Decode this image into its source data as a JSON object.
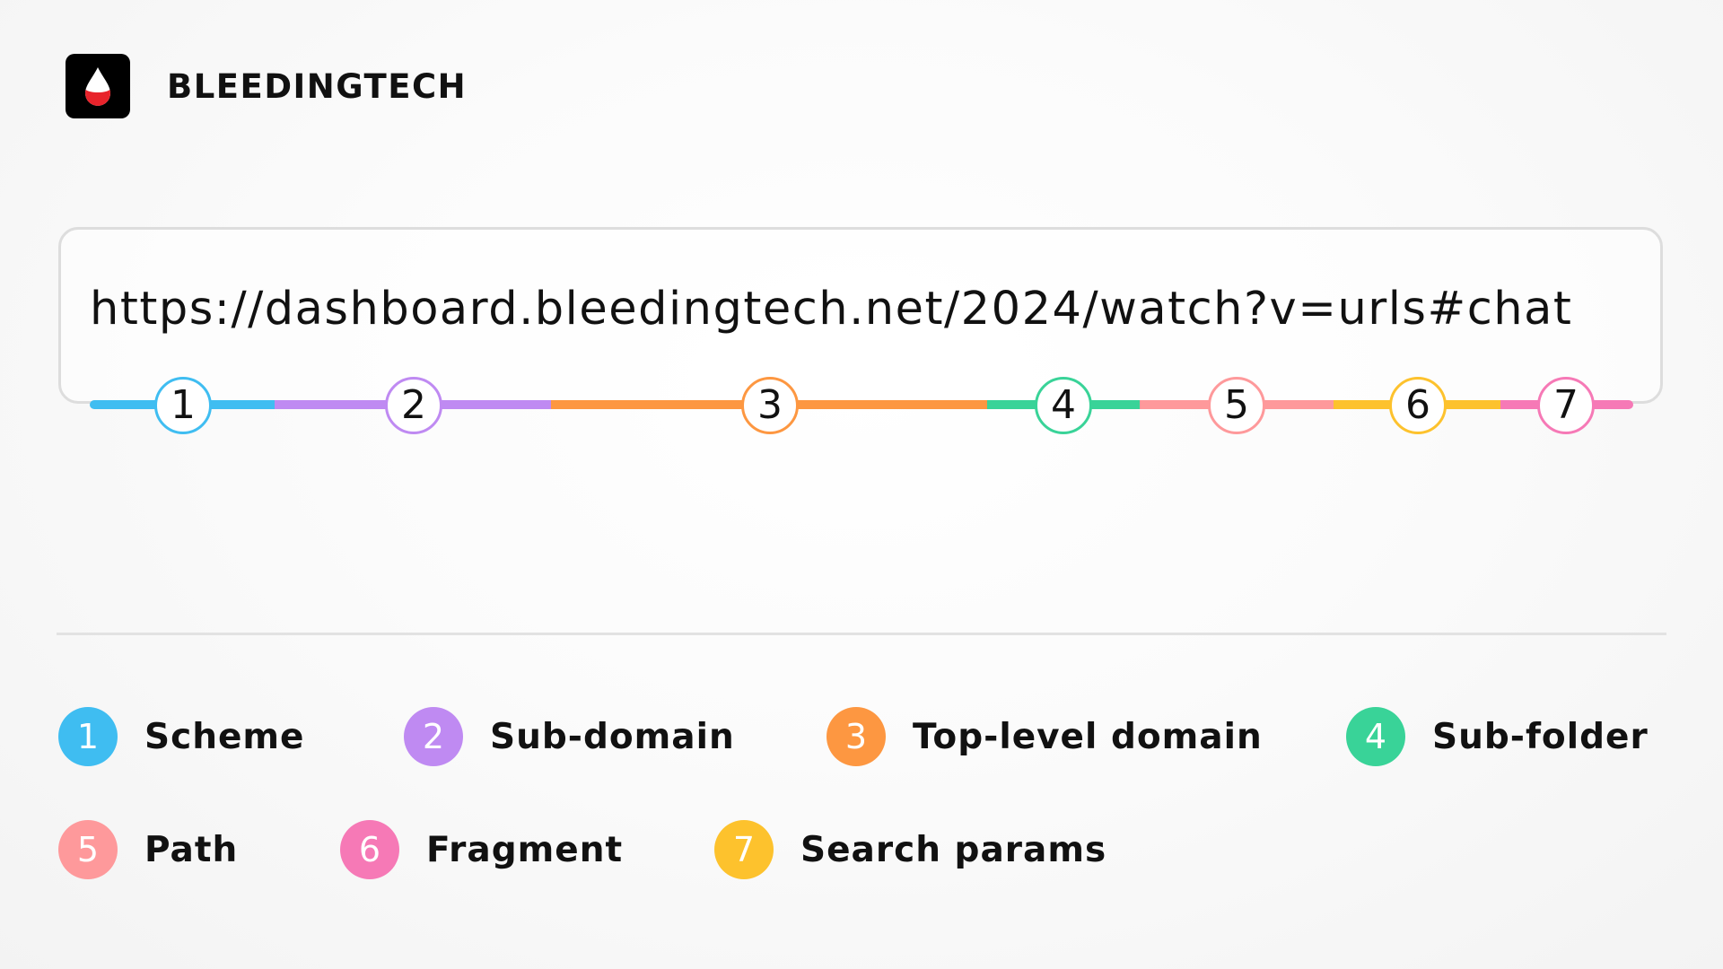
{
  "header": {
    "brand": "BLEEDINGTECH",
    "logo_icon": "blood-drop-icon",
    "logo_colors": {
      "background": "#000000",
      "drop_top": "#ffffff",
      "drop_bottom": "#e8232b"
    }
  },
  "url": {
    "text": "https://dashboard.bleedingtech.net/2024/watch?v=urls#chat"
  },
  "segments": [
    {
      "number": "1",
      "color": "#3fbdf1"
    },
    {
      "number": "2",
      "color": "#bf8af2"
    },
    {
      "number": "3",
      "color": "#fd9741"
    },
    {
      "number": "4",
      "color": "#39d398"
    },
    {
      "number": "5",
      "color": "#fe999b"
    },
    {
      "number": "6",
      "color": "#fdc22d"
    },
    {
      "number": "7",
      "color": "#f679b6"
    }
  ],
  "legend": [
    {
      "number": "1",
      "label": "Scheme",
      "color": "#3fbdf1"
    },
    {
      "number": "2",
      "label": "Sub-domain",
      "color": "#bf8af2"
    },
    {
      "number": "3",
      "label": "Top-level domain",
      "color": "#fd9741"
    },
    {
      "number": "4",
      "label": "Sub-folder",
      "color": "#39d398"
    },
    {
      "number": "5",
      "label": "Path",
      "color": "#fe999b"
    },
    {
      "number": "6",
      "label": "Fragment",
      "color": "#f679b6"
    },
    {
      "number": "7",
      "label": "Search params",
      "color": "#fdc22d"
    }
  ]
}
